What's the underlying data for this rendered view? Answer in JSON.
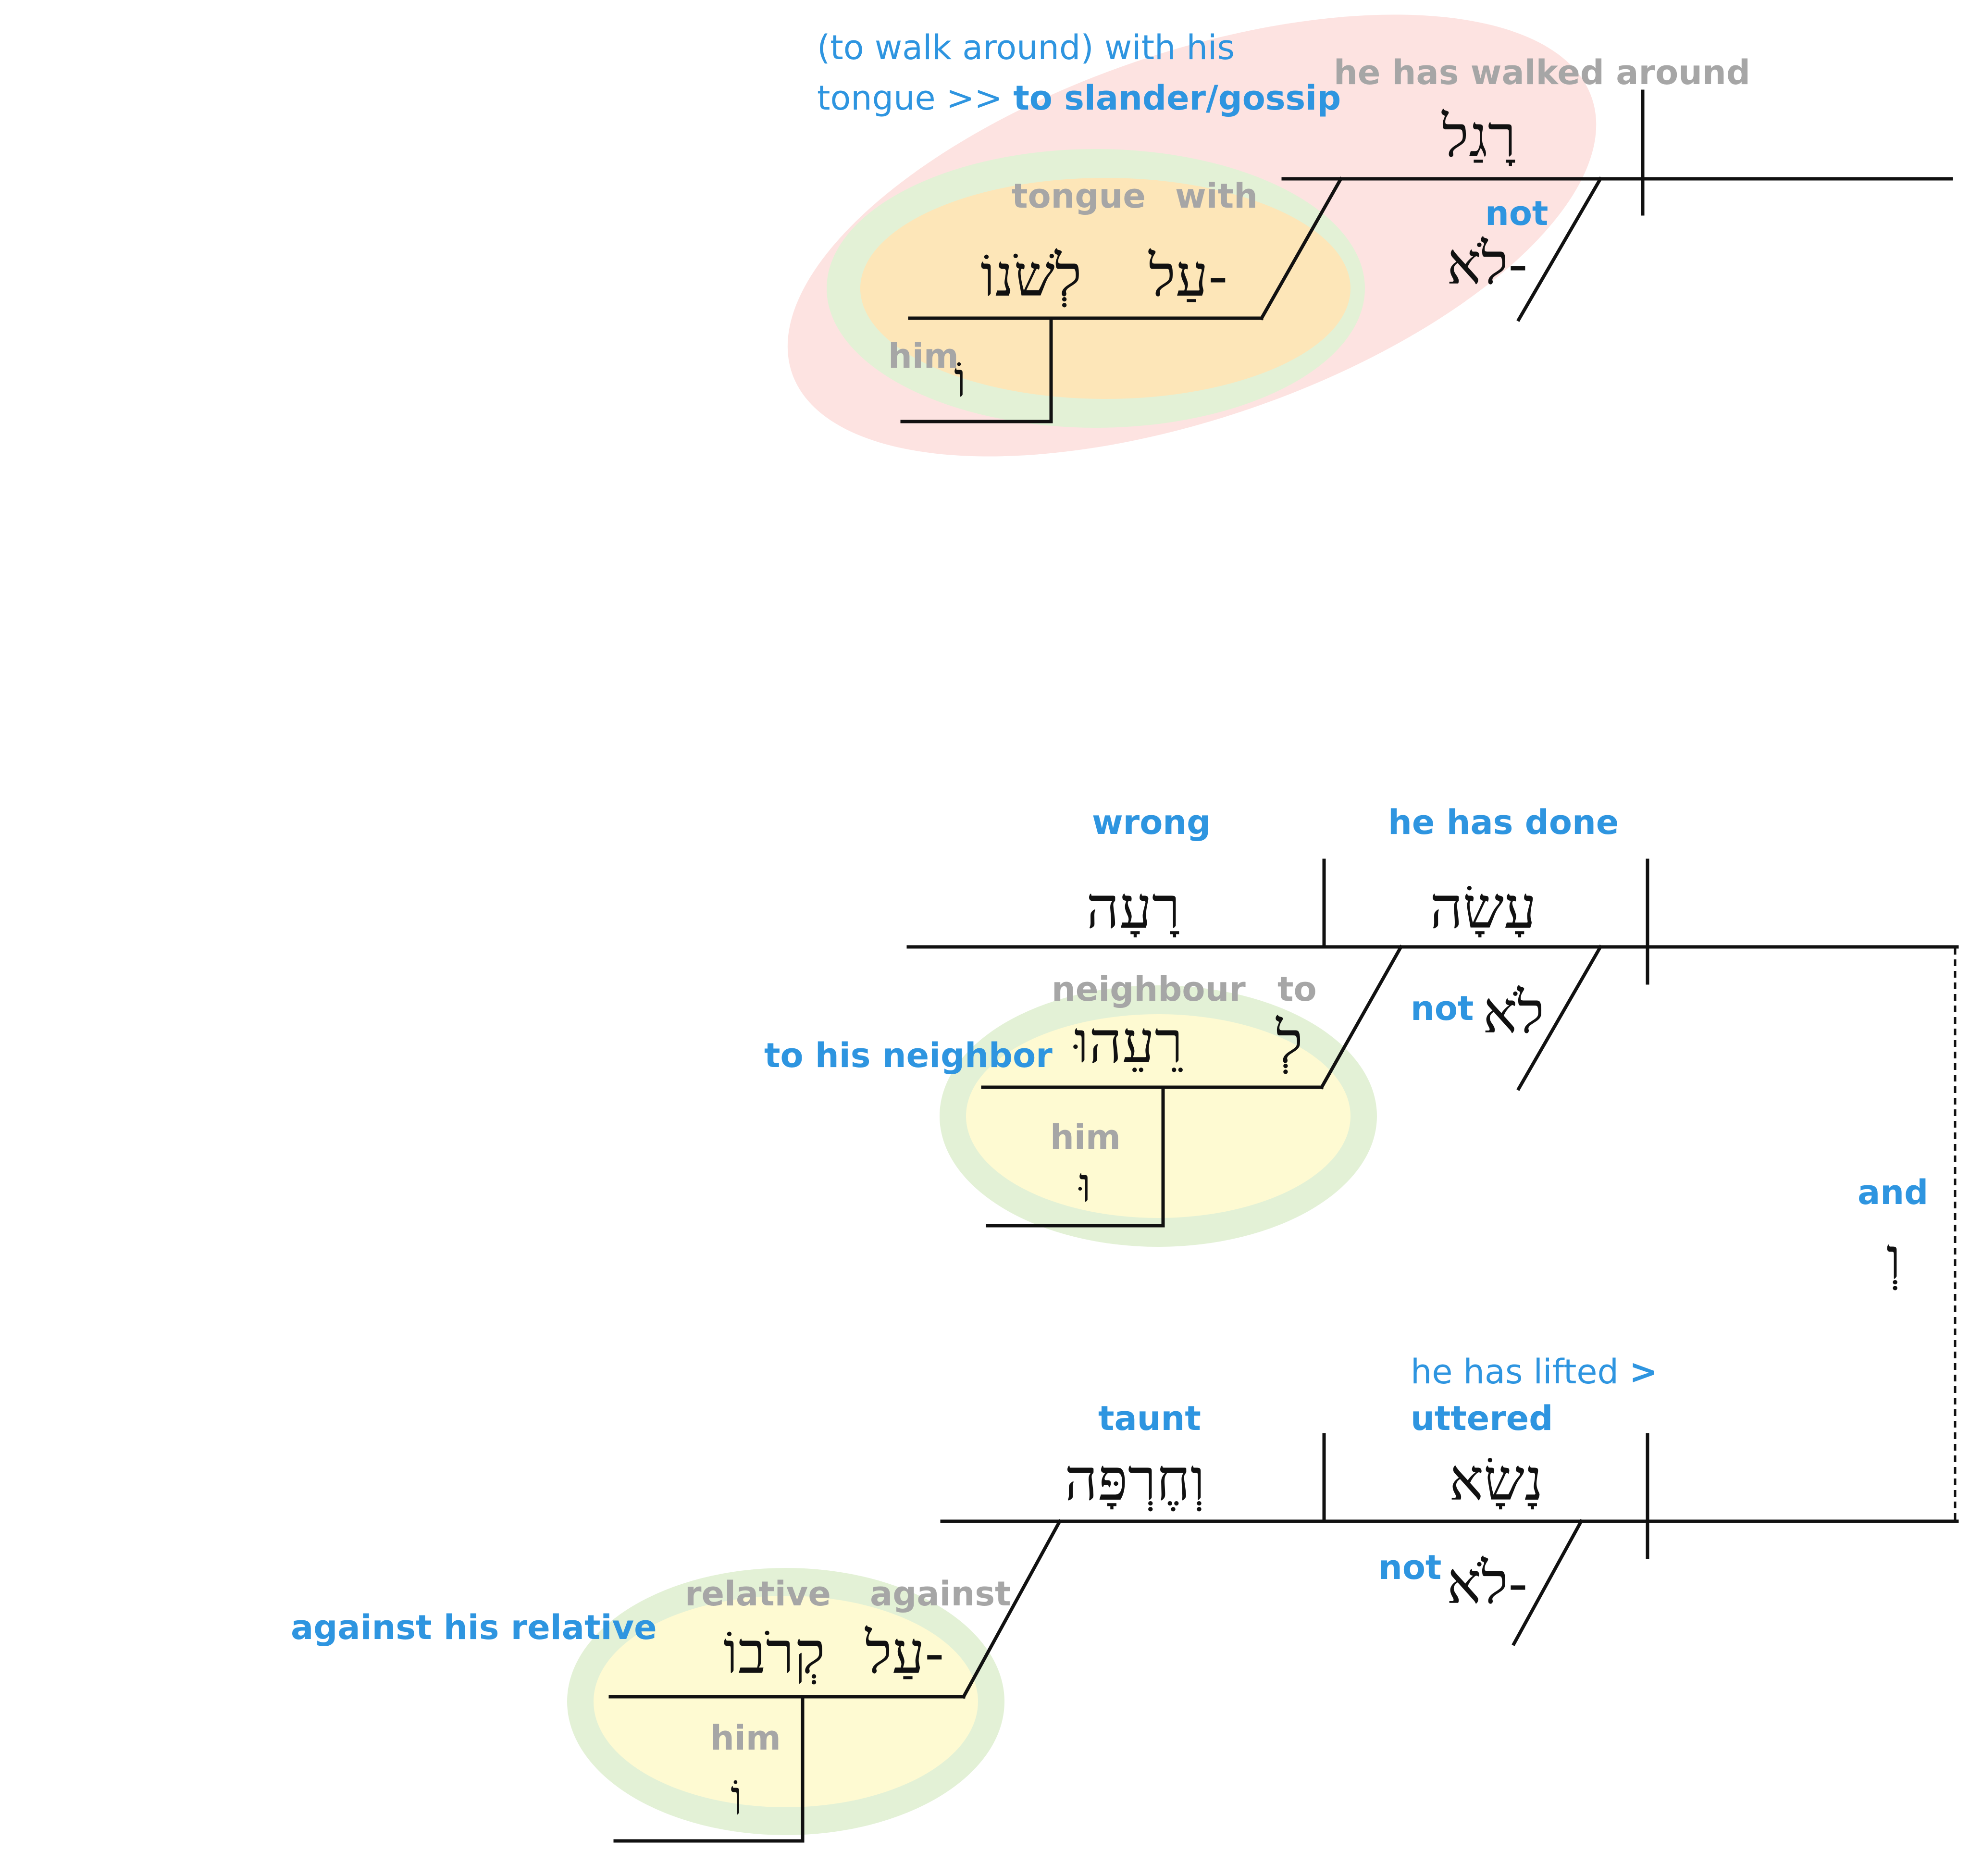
{
  "colors": {
    "gloss_gray": "#a6a6a6",
    "gloss_blue": "#2e95e0",
    "line": "#111111",
    "highlight_pink": "#fde3e1",
    "highlight_green": "#e3f1d6",
    "highlight_orange": "#fde6b8",
    "highlight_yellow": "#fefad2"
  },
  "clause1": {
    "idiom_note_line1": "(to walk around) with his",
    "idiom_note_line2_plain": "tongue >> ",
    "idiom_note_line2_bold": "to slander/gossip",
    "verb_gloss": "he has walked around",
    "verb": "רָגַל",
    "neg_gloss": "not",
    "neg": "לֹא-",
    "prep_gloss": "with",
    "prep": "עַל-",
    "noun_gloss": "tongue",
    "noun": "לְשֹׁנוֹ",
    "suffix_gloss": "him",
    "suffix": "וֹ"
  },
  "clause2": {
    "verb_gloss": "he has done",
    "verb": "עָשָׂה",
    "object_gloss": "wrong",
    "object": "רָעָה",
    "neg_gloss": "not",
    "neg": "לֹא",
    "prep_gloss": "to",
    "prep": "לְ",
    "noun_gloss": "neighbour",
    "noun": "רֵעֵהוּ",
    "phrase_gloss": "to his neighbor",
    "suffix_gloss": "him",
    "suffix": "וּ"
  },
  "conjunction": {
    "gloss": "and",
    "word": "וְ"
  },
  "clause3": {
    "verb_gloss_line1": "he has lifted ",
    "verb_gloss_arrow": ">",
    "verb_gloss_line2": "uttered",
    "verb": "נָשָׂא",
    "object_gloss": "taunt",
    "object": "וְחֶרְפָּה",
    "neg_gloss": "not",
    "neg": "לֹא-",
    "prep_gloss": "against",
    "prep": "עַל-",
    "noun_gloss": "relative",
    "noun": "קְרֹבוֹ",
    "phrase_gloss": "against his relative",
    "suffix_gloss": "him",
    "suffix": "וֹ"
  }
}
